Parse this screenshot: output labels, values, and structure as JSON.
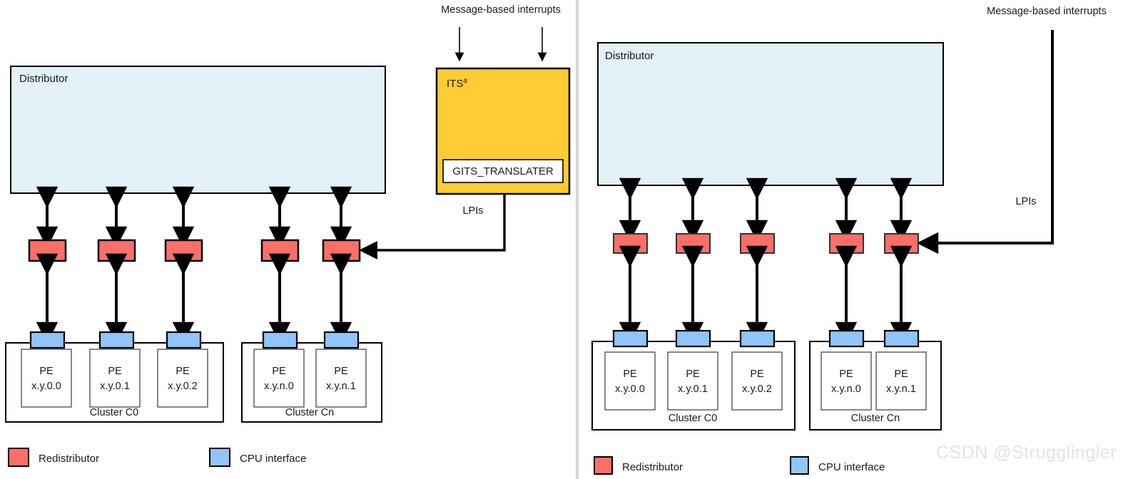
{
  "panels": [
    {
      "id": "left",
      "distributor_label": "Distributor",
      "msi_label": "Message-based interrupts",
      "lpis_label": "LPIs",
      "its": {
        "label": "ITS",
        "superscript": "a",
        "register_label": "GITS_TRANSLATER"
      },
      "clusters": [
        {
          "name": "Cluster C0",
          "pes": [
            {
              "line1": "PE",
              "line2": "x.y.0.0"
            },
            {
              "line1": "PE",
              "line2": "x.y.0.1"
            },
            {
              "line1": "PE",
              "line2": "x.y.0.2"
            }
          ]
        },
        {
          "name": "Cluster Cn",
          "pes": [
            {
              "line1": "PE",
              "line2": "x.y.n.0"
            },
            {
              "line1": "PE",
              "line2": "x.y.n.1"
            }
          ]
        }
      ],
      "legend": [
        {
          "label": "Redistributor",
          "color": "#FB6F69"
        },
        {
          "label": "CPU interface",
          "color": "#8FC5F8"
        }
      ]
    },
    {
      "id": "right",
      "distributor_label": "Distributor",
      "msi_label": "Message-based interrupts",
      "lpis_label": "LPIs",
      "its": null,
      "clusters": [
        {
          "name": "Cluster C0",
          "pes": [
            {
              "line1": "PE",
              "line2": "x.y.0.0"
            },
            {
              "line1": "PE",
              "line2": "x.y.0.1"
            },
            {
              "line1": "PE",
              "line2": "x.y.0.2"
            }
          ]
        },
        {
          "name": "Cluster Cn",
          "pes": [
            {
              "line1": "PE",
              "line2": "x.y.n.0"
            },
            {
              "line1": "PE",
              "line2": "x.y.n.1"
            }
          ]
        }
      ],
      "legend": [
        {
          "label": "Redistributor",
          "color": "#FB6F69"
        },
        {
          "label": "CPU interface",
          "color": "#8FC5F8"
        }
      ]
    }
  ],
  "watermark": "CSDN @Strugglingler",
  "colors": {
    "distributor_fill": "#E3F1F8",
    "redistributor_fill": "#FB6F69",
    "cpu_interface_fill": "#8FC5F8",
    "its_fill": "#FFCC33",
    "register_fill": "#FFFFFF",
    "stroke": "#000000",
    "pe_stroke": "#555555",
    "watermark_color": "#E3E3E3"
  }
}
